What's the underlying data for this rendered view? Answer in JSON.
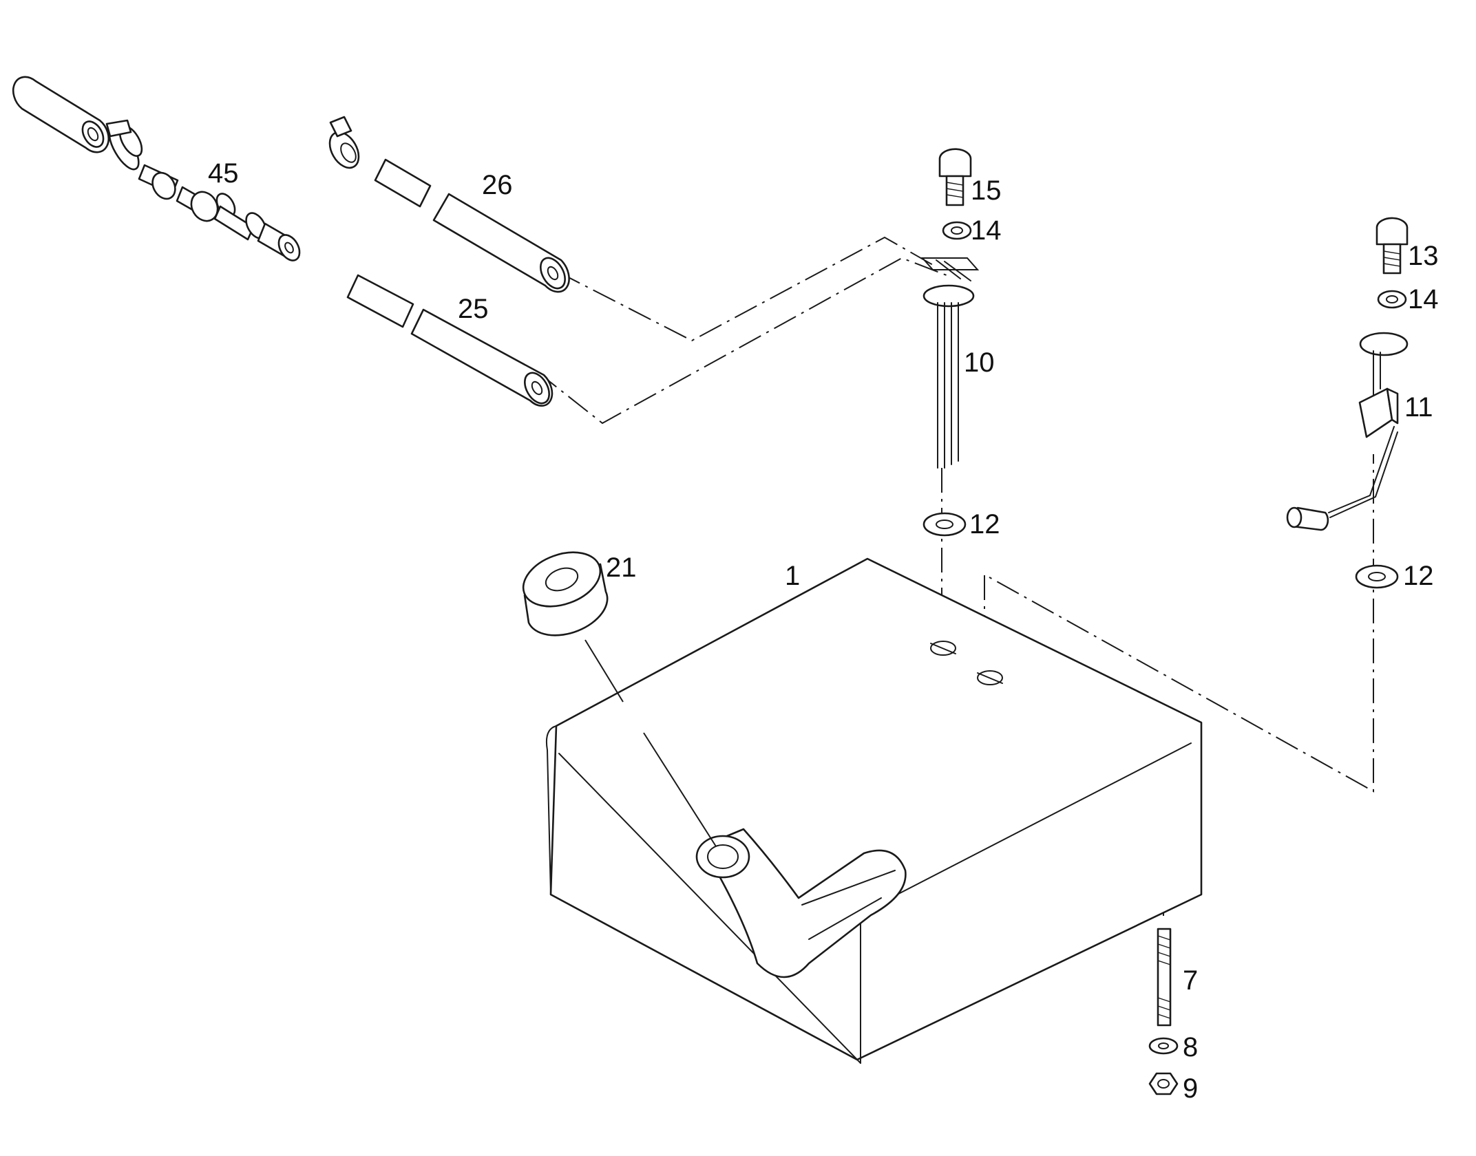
{
  "diagram": {
    "callouts": [
      {
        "id": "1",
        "label": "1"
      },
      {
        "id": "7",
        "label": "7"
      },
      {
        "id": "8",
        "label": "8"
      },
      {
        "id": "9",
        "label": "9"
      },
      {
        "id": "10",
        "label": "10"
      },
      {
        "id": "11",
        "label": "11"
      },
      {
        "id": "12a",
        "label": "12"
      },
      {
        "id": "12b",
        "label": "12"
      },
      {
        "id": "13",
        "label": "13"
      },
      {
        "id": "14a",
        "label": "14"
      },
      {
        "id": "14b",
        "label": "14"
      },
      {
        "id": "15",
        "label": "15"
      },
      {
        "id": "21",
        "label": "21"
      },
      {
        "id": "25",
        "label": "25"
      },
      {
        "id": "26",
        "label": "26"
      },
      {
        "id": "45",
        "label": "45"
      }
    ]
  }
}
